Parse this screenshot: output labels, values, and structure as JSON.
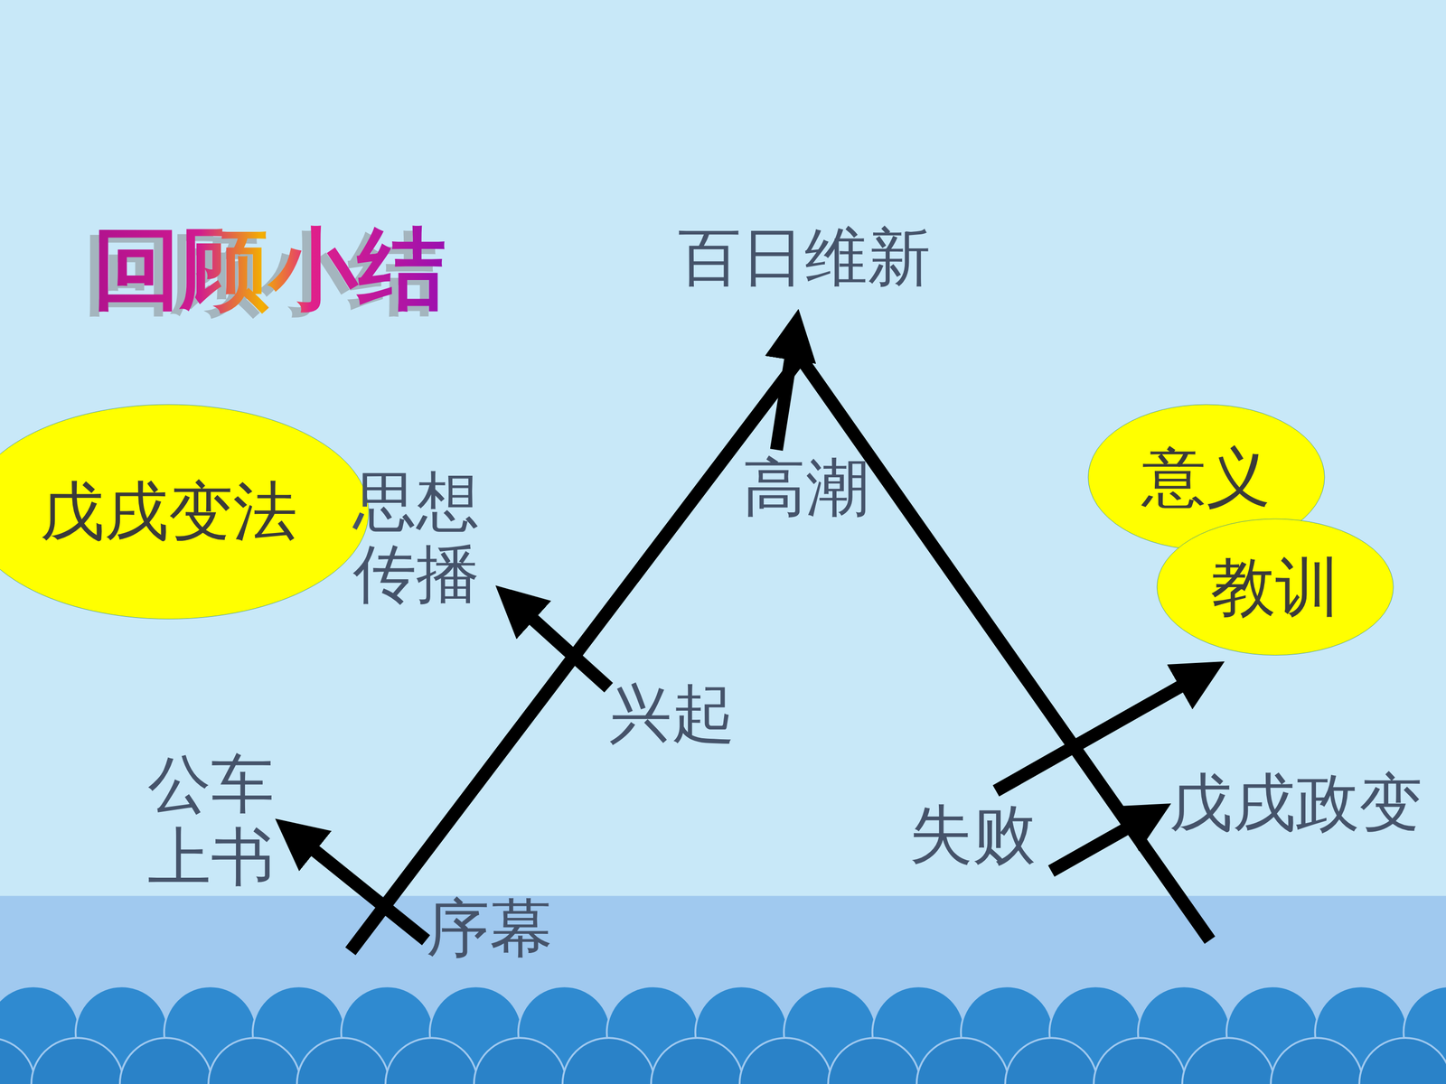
{
  "diagram": {
    "title": "回顾小结",
    "nodes": [
      {
        "text": [
          "戊戌变法"
        ]
      },
      {
        "text": [
          "意义"
        ]
      },
      {
        "text": [
          "教训"
        ]
      }
    ],
    "labels": [
      "百日维新",
      "高潮",
      "思想 传播",
      "兴起",
      "公车 上书",
      "序幕",
      "失败",
      "戊戌政变"
    ]
  }
}
